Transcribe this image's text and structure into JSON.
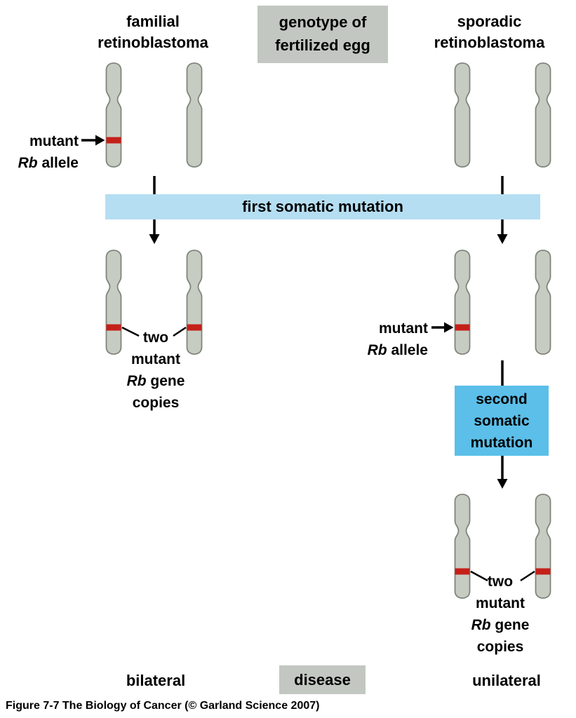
{
  "headings": {
    "left": "familial retinoblastoma",
    "center": "genotype of fertilized egg",
    "right": "sporadic retinoblastoma"
  },
  "process": {
    "first_mutation": "first somatic mutation",
    "second_mutation": [
      "second",
      "somatic",
      "mutation"
    ]
  },
  "annotations": {
    "mutant_allele": {
      "word_mutant": "mutant",
      "gene_symbol": "Rb",
      "word_allele": " allele"
    },
    "two_copies": {
      "word_two": "two",
      "word_mutant": "mutant",
      "gene_symbol": "Rb",
      "word_gene": " gene",
      "word_copies": "copies"
    }
  },
  "outcomes": {
    "left": "bilateral",
    "center": "disease",
    "right": "unilateral"
  },
  "caption": {
    "text": "Figure 7-7  The Biology of Cancer (© Garland Science 2007)"
  },
  "colors": {
    "chromosome_fill": "#c7ccc3",
    "chromosome_outline": "#7e857a",
    "mutant_band_red": "#c42019",
    "first_mutation_band_blue": "#b5def2",
    "second_mutation_box_blue": "#5bbfe9",
    "label_box_gray": "#c2c8c1"
  }
}
